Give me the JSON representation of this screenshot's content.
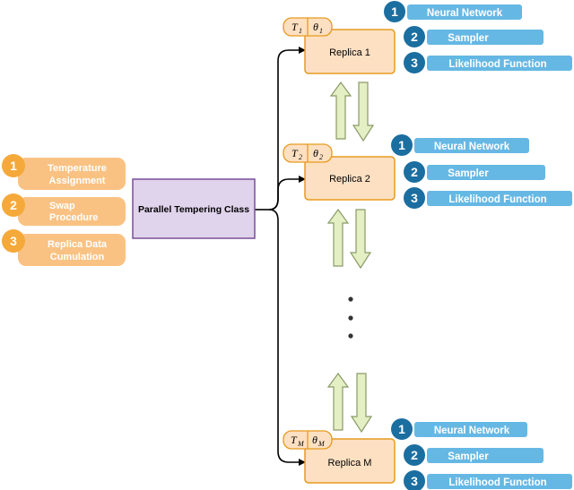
{
  "left_items": [
    {
      "num": "1",
      "line1": "Temperature",
      "line2": "Assignment"
    },
    {
      "num": "2",
      "line1": "Swap",
      "line2": "Procedure"
    },
    {
      "num": "3",
      "line1": "Replica Data",
      "line2": "Cumulation"
    }
  ],
  "center": {
    "label": "Parallel Tempering Class"
  },
  "replicas": [
    {
      "name": "Replica 1",
      "temp": "T",
      "temp_sub": "1",
      "theta": "θ",
      "theta_sub": "1",
      "components": [
        {
          "num": "1",
          "label": "Neural Network"
        },
        {
          "num": "2",
          "label": "Sampler"
        },
        {
          "num": "3",
          "label": "Likelihood Function"
        }
      ]
    },
    {
      "name": "Replica 2",
      "temp": "T",
      "temp_sub": "2",
      "theta": "θ",
      "theta_sub": "2",
      "components": [
        {
          "num": "1",
          "label": "Neural Network"
        },
        {
          "num": "2",
          "label": "Sampler"
        },
        {
          "num": "3",
          "label": "Likelihood Function"
        }
      ]
    },
    {
      "name": "Replica M",
      "temp": "T",
      "temp_sub": "M",
      "theta": "θ",
      "theta_sub": "M",
      "components": [
        {
          "num": "1",
          "label": "Neural Network"
        },
        {
          "num": "2",
          "label": "Sampler"
        },
        {
          "num": "3",
          "label": "Likelihood Function"
        }
      ]
    }
  ],
  "ellipsis": "⋮",
  "colors": {
    "orange": "#f5a93a",
    "orange_light": "#f9c283",
    "replica_fill": "#fde0c2",
    "replica_stroke": "#e79a1f",
    "purple_fill": "#e0d3ec",
    "purple_stroke": "#7a4e9a",
    "blue_dark": "#1b6ea0",
    "blue_light": "#66b8e4",
    "arrow_fill": "#e4efc4",
    "arrow_stroke": "#8a9a68"
  }
}
